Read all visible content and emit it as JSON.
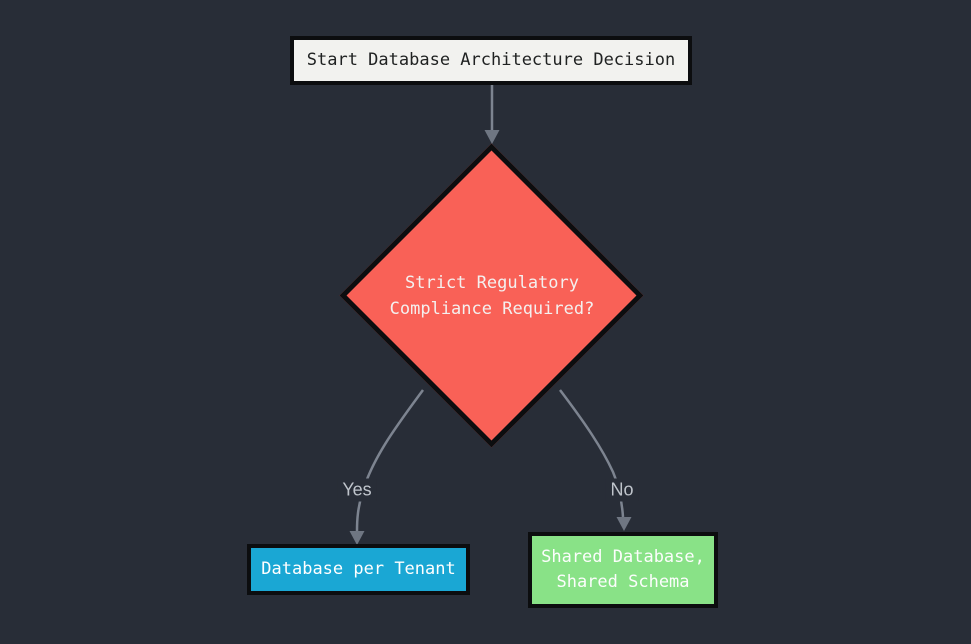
{
  "diagram": {
    "type": "flowchart",
    "direction": "top-down"
  },
  "nodes": {
    "start": {
      "shape": "rectangle",
      "label": "Start Database Architecture Decision",
      "fill": "#f2f2ef",
      "text_color": "#202222"
    },
    "decision": {
      "shape": "diamond",
      "line1": "Strict Regulatory",
      "line2": "Compliance Required?",
      "fill": "#f96157",
      "text_color": "#f4f0ef"
    },
    "tenant": {
      "shape": "rectangle",
      "label": "Database per Tenant",
      "fill": "#1aa7d4",
      "text_color": "#ffffff"
    },
    "shared": {
      "shape": "rectangle",
      "line1": "Shared Database,",
      "line2": "Shared Schema",
      "fill": "#89e287",
      "text_color": "#fcfdfc"
    }
  },
  "edges": {
    "start_to_decision": {
      "from": "start",
      "to": "decision",
      "label": ""
    },
    "yes": {
      "from": "decision",
      "to": "tenant",
      "label": "Yes"
    },
    "no": {
      "from": "decision",
      "to": "shared",
      "label": "No"
    }
  },
  "palette": {
    "background": "#282d37",
    "node_border": "#0c0d0f",
    "edge_stroke": "#7d8490",
    "arrowhead_fill": "#6f7682",
    "edge_label_text": "#bfc4cb"
  }
}
